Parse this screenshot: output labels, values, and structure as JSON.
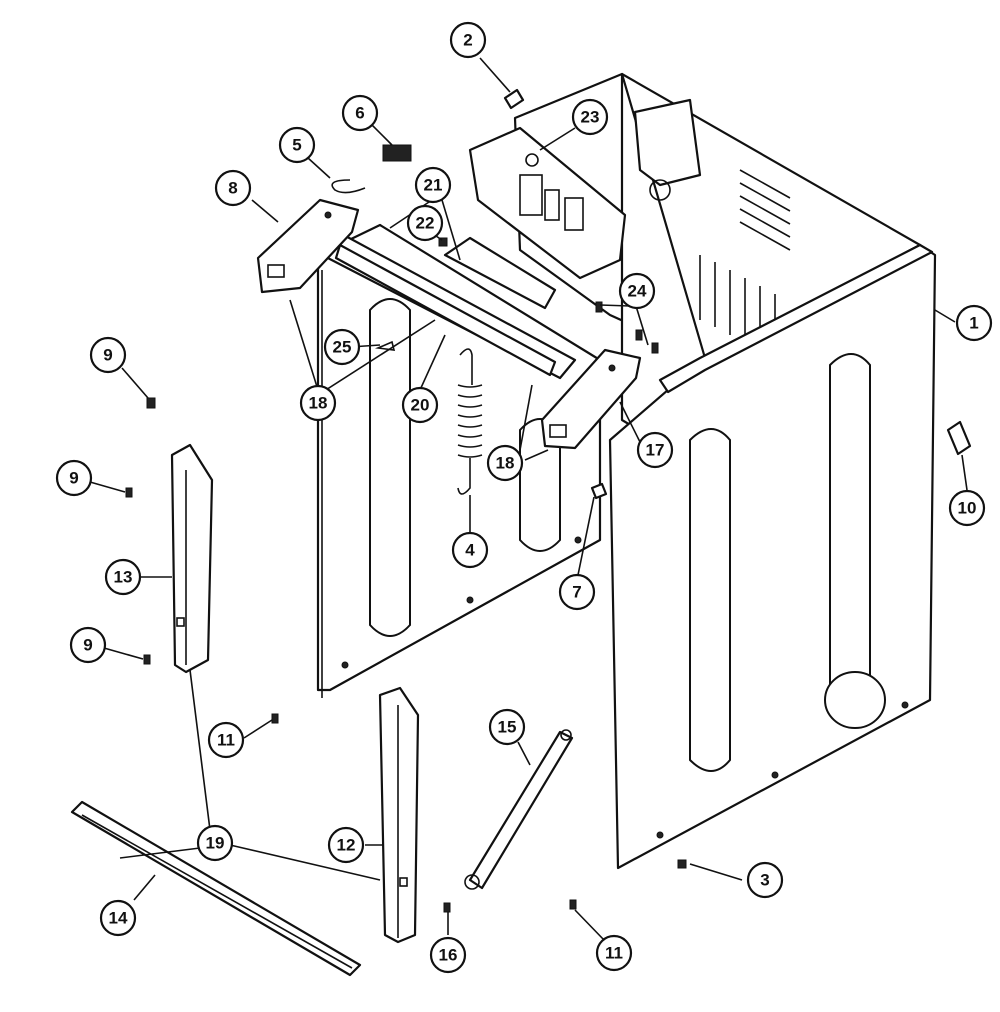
{
  "callouts": [
    {
      "id": "c1",
      "label": "1"
    },
    {
      "id": "c2",
      "label": "2"
    },
    {
      "id": "c3",
      "label": "3"
    },
    {
      "id": "c4",
      "label": "4"
    },
    {
      "id": "c5",
      "label": "5"
    },
    {
      "id": "c6",
      "label": "6"
    },
    {
      "id": "c7",
      "label": "7"
    },
    {
      "id": "c8",
      "label": "8"
    },
    {
      "id": "c9a",
      "label": "9"
    },
    {
      "id": "c9b",
      "label": "9"
    },
    {
      "id": "c9c",
      "label": "9"
    },
    {
      "id": "c10",
      "label": "10"
    },
    {
      "id": "c11a",
      "label": "11"
    },
    {
      "id": "c11b",
      "label": "11"
    },
    {
      "id": "c12",
      "label": "12"
    },
    {
      "id": "c13",
      "label": "13"
    },
    {
      "id": "c14",
      "label": "14"
    },
    {
      "id": "c15",
      "label": "15"
    },
    {
      "id": "c16",
      "label": "16"
    },
    {
      "id": "c17",
      "label": "17"
    },
    {
      "id": "c18a",
      "label": "18"
    },
    {
      "id": "c18b",
      "label": "18"
    },
    {
      "id": "c19",
      "label": "19"
    },
    {
      "id": "c20",
      "label": "20"
    },
    {
      "id": "c21",
      "label": "21"
    },
    {
      "id": "c22",
      "label": "22"
    },
    {
      "id": "c23",
      "label": "23"
    },
    {
      "id": "c24",
      "label": "24"
    },
    {
      "id": "c25",
      "label": "25"
    }
  ]
}
